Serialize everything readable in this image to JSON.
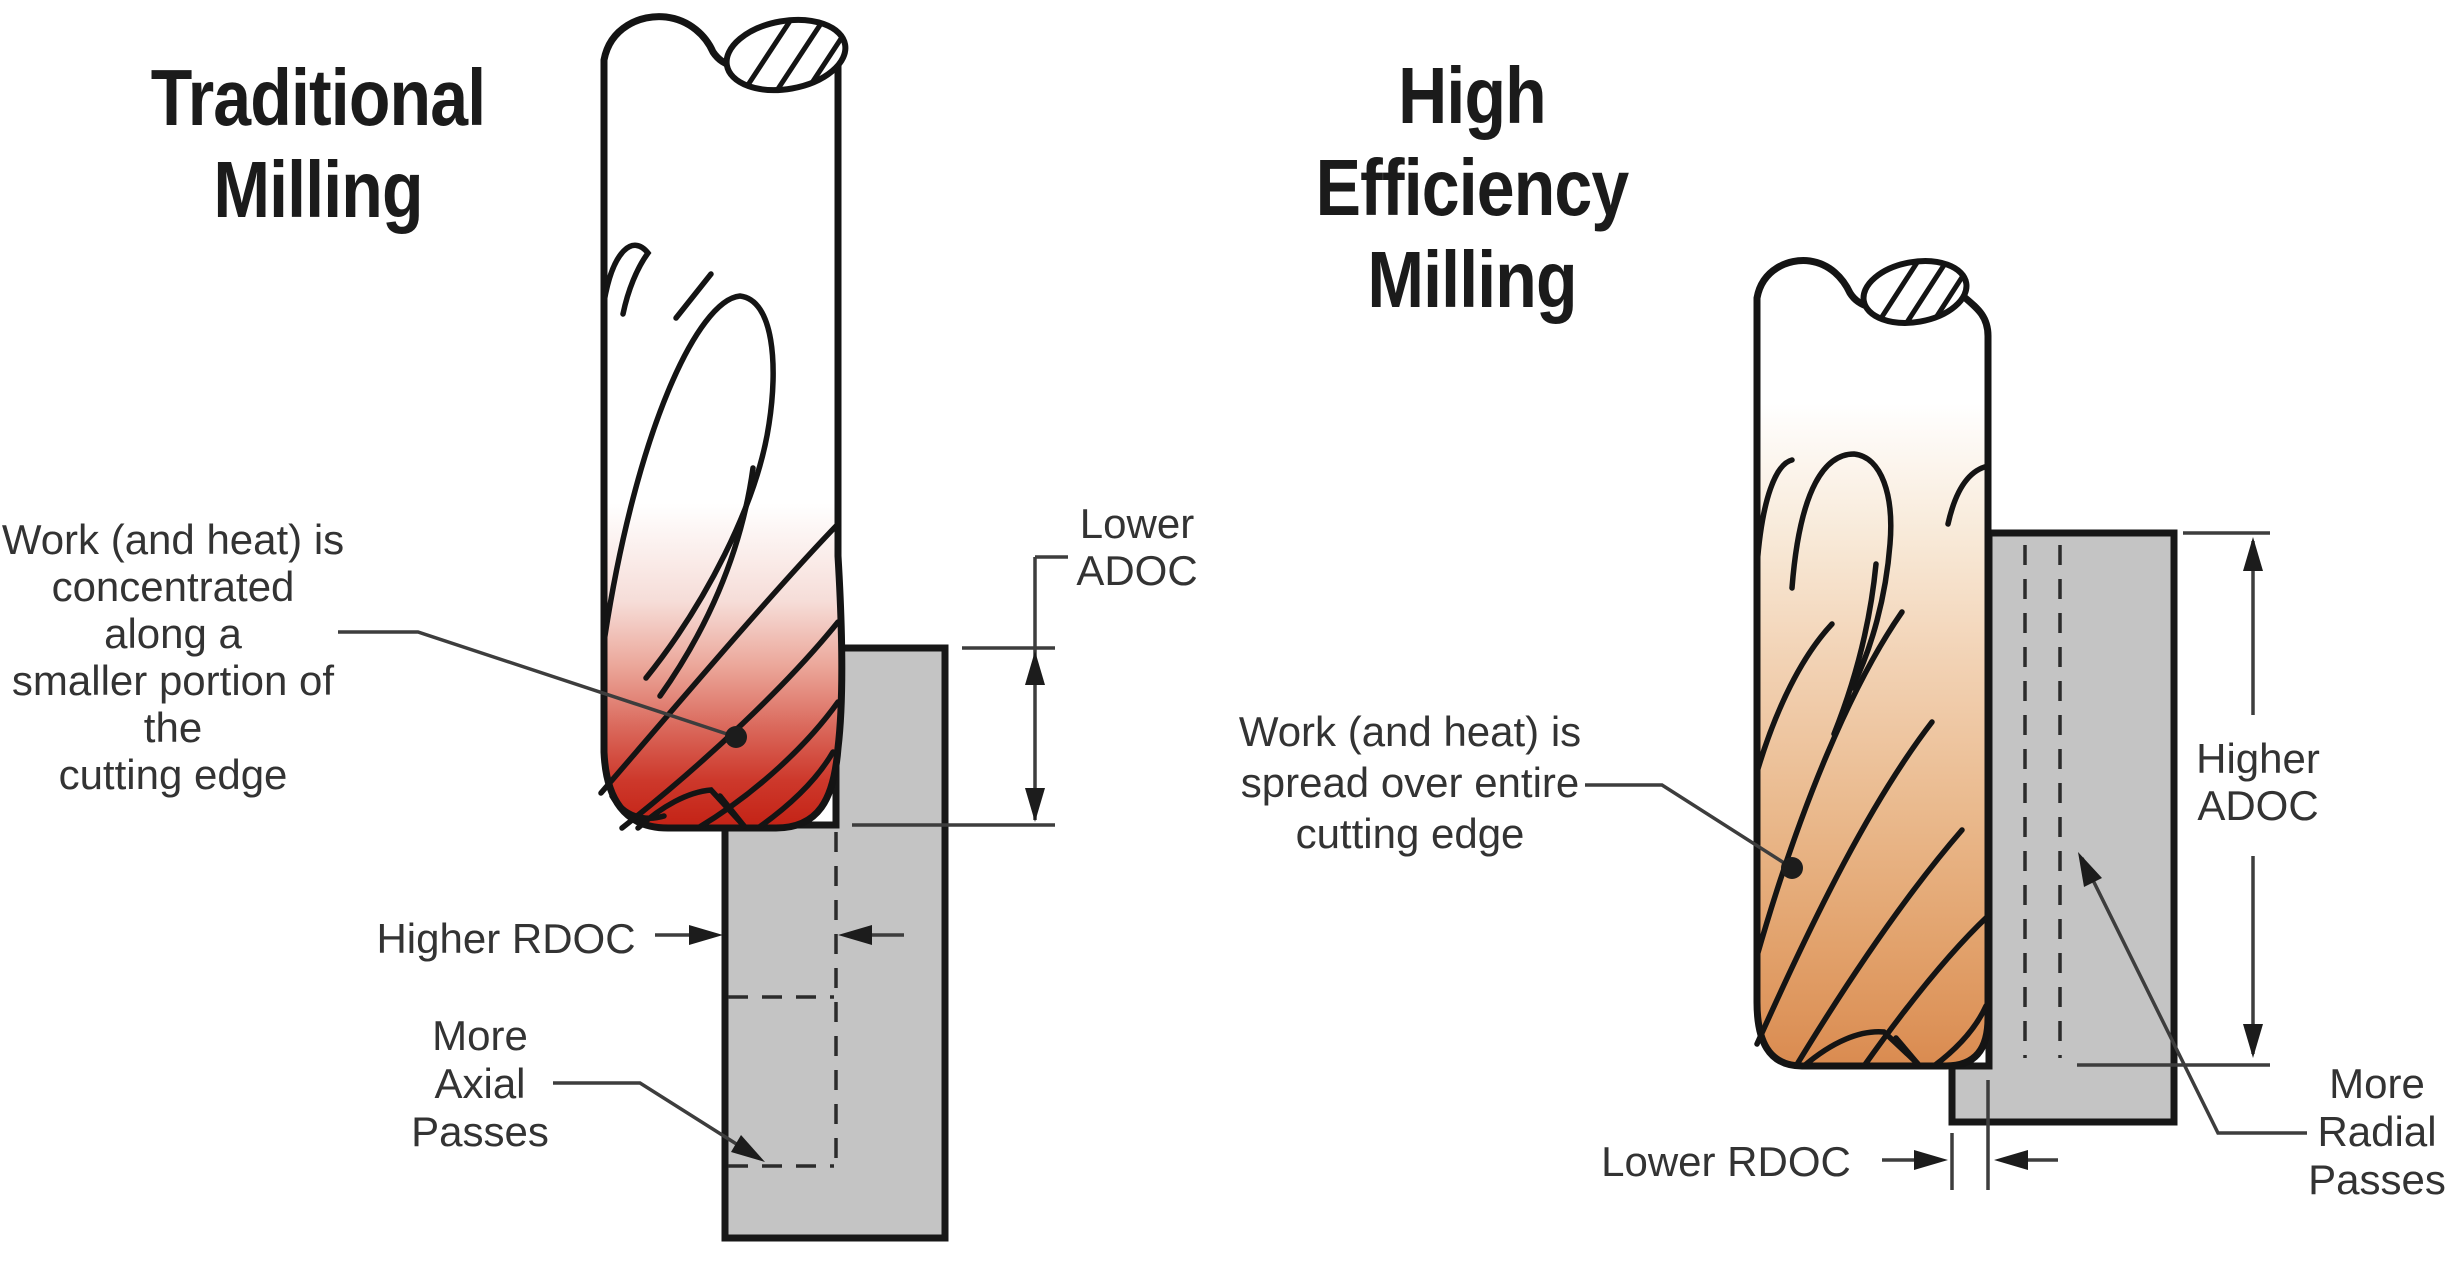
{
  "left_panel": {
    "title": "Traditional\nMilling",
    "annotation": "Work (and heat) is\nconcentrated along a\nsmaller portion of the\ncutting edge",
    "adoc_label": "Lower\nADOC",
    "rdoc_label": "Higher RDOC",
    "passes_label": "More\nAxial\nPasses"
  },
  "right_panel": {
    "title": "High\nEfficiency\nMilling",
    "annotation": "Work (and heat) is\nspread over entire\ncutting edge",
    "adoc_label": "Higher\nADOC",
    "rdoc_label": "Lower RDOC",
    "passes_label": "More\nRadial\nPasses"
  },
  "colors": {
    "workpiece": "#c4c4c4",
    "outline": "#171717",
    "dimension_line": "#3d3d3d",
    "text": "#333333",
    "left_heat": [
      "#ffffff",
      "#ffffff",
      "#f6ddd8",
      "#eba699",
      "#da685b",
      "#cd382b",
      "#c32114"
    ],
    "right_heat": [
      "#ffffff",
      "#ffffff",
      "#f8ead9",
      "#f2d2b4",
      "#eaba8e",
      "#e2a26c",
      "#da8b50"
    ]
  }
}
